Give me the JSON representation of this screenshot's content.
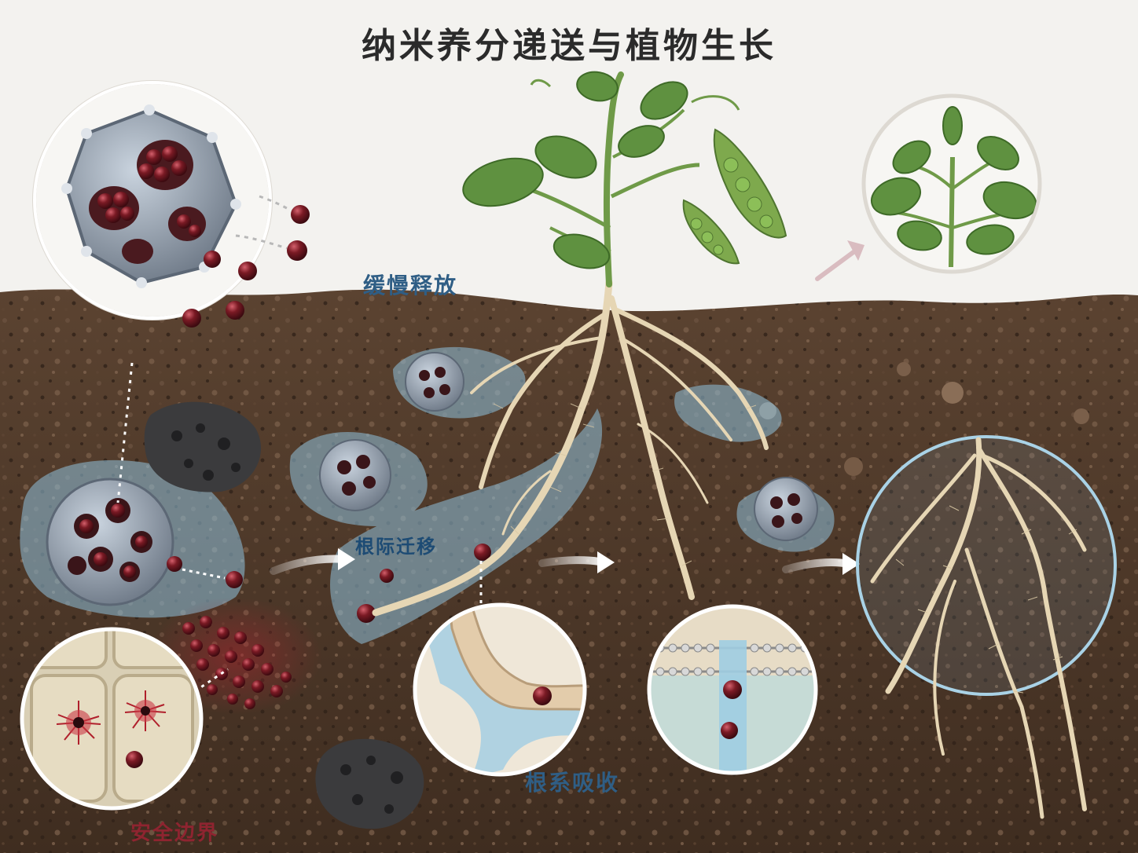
{
  "title": "纳米养分递送与植物生长",
  "labels": {
    "slow_release": "缓慢释放",
    "rhizosphere_migration": "根际迁移",
    "root_uptake": "根系吸收",
    "safety_boundary": "安全边界"
  },
  "colors": {
    "background": "#f3f2ef",
    "soil": "#4a3626",
    "moisture": "#8fc1dc",
    "nanocage": "#8e9aa8",
    "nutrient_particle": "#7a1a24",
    "leaf": "#5f9140",
    "root": "#e6d6b4",
    "title_text": "#2b2b2b",
    "label_blue": "#2f5e85",
    "label_red": "#8e2430"
  }
}
